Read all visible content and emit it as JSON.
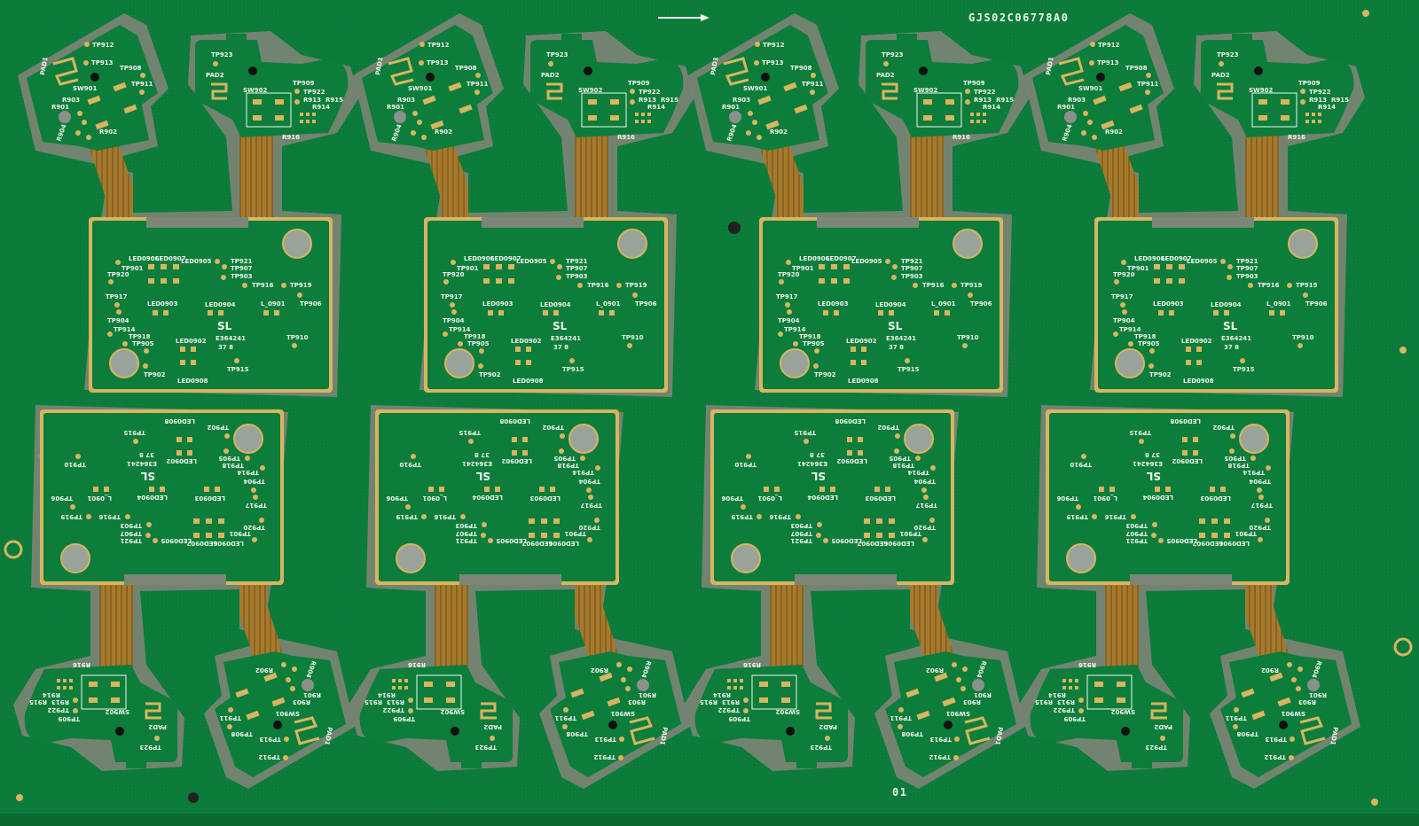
{
  "panel": {
    "part_number": "GJS02C06778A0",
    "panel_id": "01",
    "colors": {
      "soldermask": "#0b7a3a",
      "gold": "#d8b560",
      "flex": "#a67a2c",
      "routing_gap": "#7f8478",
      "silkscreen": "#f2f6ee"
    },
    "units_per_row": 4,
    "rows": 2
  },
  "main_board": {
    "LED0906": "LED0906",
    "LED0907": "LED0907",
    "LED0905": "LED0905",
    "TP901": "TP901",
    "TP920": "TP920",
    "TP921": "TP921",
    "TP907": "TP907",
    "TP903": "TP903",
    "TP916": "TP916",
    "TP919": "TP919",
    "TP906": "TP906",
    "TP917": "TP917",
    "LED0903": "LED0903",
    "LED0904": "LED0904",
    "L0901": "L_0901",
    "TP904": "TP904",
    "TP914": "TP914",
    "TP918": "TP918",
    "TP905": "TP905",
    "LED0902": "LED0902",
    "TP910": "TP910",
    "TP915": "TP915",
    "TP902": "TP902",
    "LED0908": "LED0908",
    "logo": "SL",
    "ul_number": "E364241",
    "date_code": "37 8"
  },
  "board_a": {
    "TP912": "TP912",
    "TP913": "TP913",
    "TP908": "TP908",
    "TP911": "TP911",
    "PAD1": "PAD1",
    "SW901": "SW901",
    "R903": "R903",
    "R901": "R901",
    "R902": "R902",
    "R904": "R904"
  },
  "board_b": {
    "TP923": "TP923",
    "PAD2": "PAD2",
    "SW902": "SW902",
    "TP909": "TP909",
    "TP922": "TP922",
    "R913": "R913",
    "R915": "R915",
    "R914": "R914",
    "R916": "R916"
  }
}
